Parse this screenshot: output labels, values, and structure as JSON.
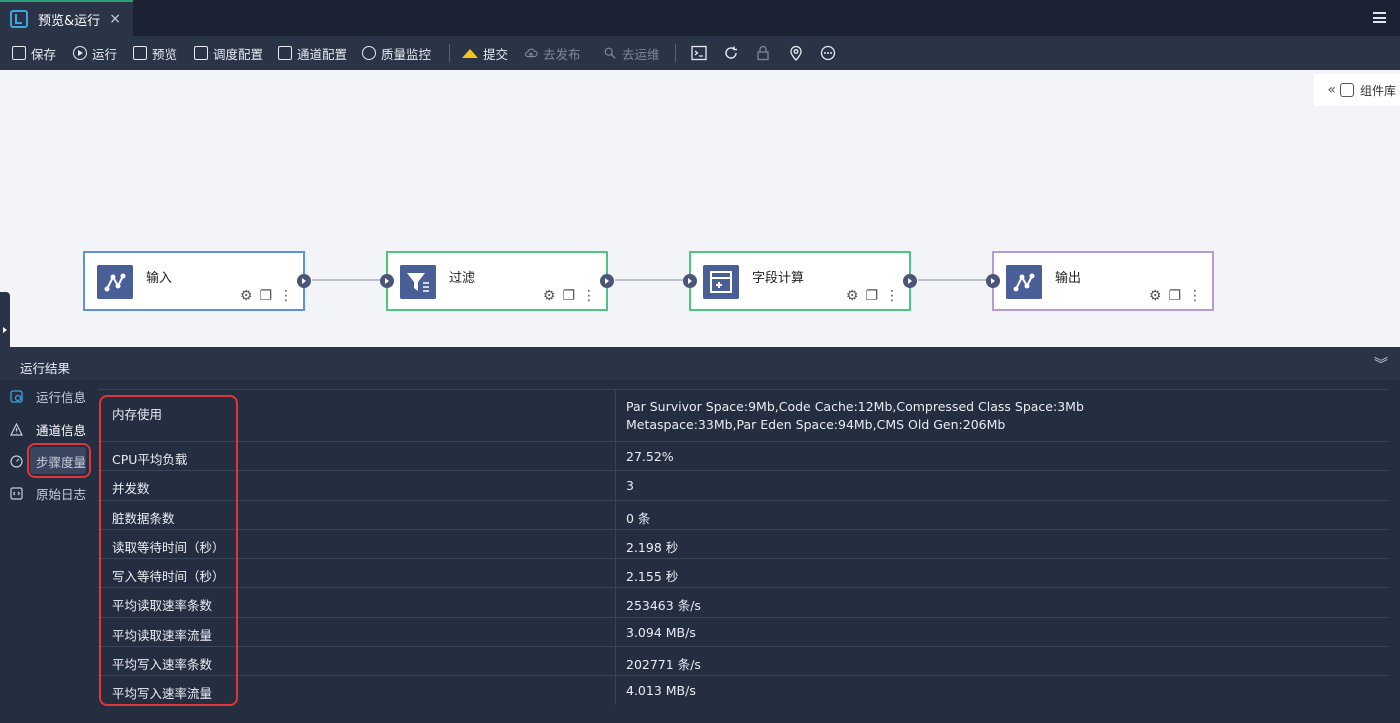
{
  "tab": {
    "title": "预览&运行",
    "close": "×"
  },
  "toolbar": {
    "items": [
      {
        "label": "保存",
        "icon": "save-icon"
      },
      {
        "label": "运行",
        "icon": "play-icon"
      },
      {
        "label": "预览",
        "icon": "preview-icon"
      },
      {
        "label": "调度配置",
        "icon": "schedule-icon"
      },
      {
        "label": "通道配置",
        "icon": "channel-icon"
      },
      {
        "label": "质量监控",
        "icon": "monitor-icon"
      },
      {
        "label": "提交",
        "icon": "submit-icon"
      },
      {
        "label": "去发布",
        "icon": "cloud-publish-icon",
        "disabled": true
      },
      {
        "label": "去运维",
        "icon": "ops-icon",
        "disabled": true
      }
    ]
  },
  "canvas": {
    "component_library": "组件库",
    "nodes": [
      {
        "label": "输入",
        "type": "input"
      },
      {
        "label": "过滤",
        "type": "filter"
      },
      {
        "label": "字段计算",
        "type": "calc"
      },
      {
        "label": "输出",
        "type": "output"
      }
    ]
  },
  "panel": {
    "title": "运行结果",
    "nav": [
      {
        "label": "运行信息",
        "icon": "run-info-icon"
      },
      {
        "label": "通道信息",
        "icon": "warning-icon",
        "active": true
      },
      {
        "label": "步骤度量",
        "icon": "gauge-icon"
      },
      {
        "label": "原始日志",
        "icon": "code-log-icon"
      }
    ],
    "rows": [
      {
        "key": "内存使用",
        "value": "Par Survivor Space:9Mb,Code Cache:12Mb,Compressed Class Space:3Mb",
        "value2": "Metaspace:33Mb,Par Eden Space:94Mb,CMS Old Gen:206Mb"
      },
      {
        "key": "CPU平均负载",
        "value": "27.52%"
      },
      {
        "key": "并发数",
        "value": "3"
      },
      {
        "key": "脏数据条数",
        "value": "0 条"
      },
      {
        "key": "读取等待时间（秒）",
        "value": "2.198 秒"
      },
      {
        "key": "写入等待时间（秒）",
        "value": "2.155 秒"
      },
      {
        "key": "平均读取速率条数",
        "value": "253463 条/s"
      },
      {
        "key": "平均读取速率流量",
        "value": "3.094 MB/s"
      },
      {
        "key": "平均写入速率条数",
        "value": "202771 条/s"
      },
      {
        "key": "平均写入速率流量",
        "value": "4.013 MB/s"
      }
    ]
  }
}
